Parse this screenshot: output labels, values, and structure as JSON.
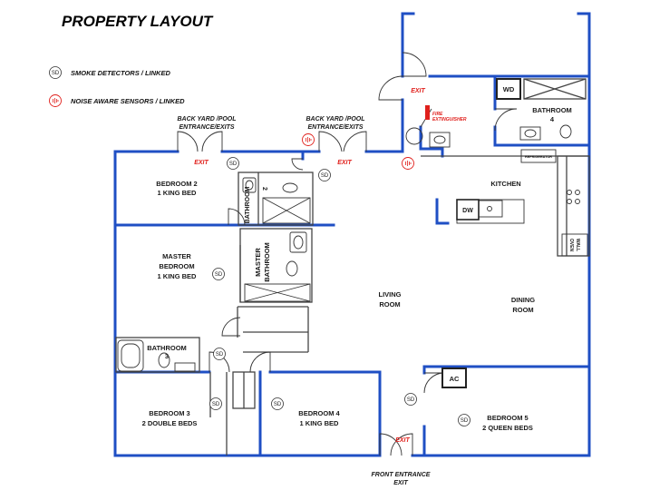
{
  "title": "PROPERTY LAYOUT",
  "legend": {
    "smoke_symbol": "SD",
    "smoke_label": "SMOKE DETECTORS / LINKED",
    "noise_label": "NOISE AWARE SENSORS / LINKED"
  },
  "colors": {
    "wall": "#1f4fc4",
    "exit": "#e0201c",
    "fixture": "#3a3a3a"
  },
  "exits": {
    "backyard_left_1": "BACK YARD /POOL",
    "backyard_left_2": "ENTRANCE/EXITS",
    "backyard_right_1": "BACK YARD /POOL",
    "backyard_right_2": "ENTRANCE/EXITS",
    "exit_left": "EXIT",
    "exit_mid": "EXIT",
    "exit_top": "EXIT",
    "exit_front": "EXIT",
    "front_1": "FRONT ENTRANCE",
    "front_2": "EXIT"
  },
  "fire": {
    "line1": "FIRE",
    "line2": "EXTINGUISHER"
  },
  "rooms": {
    "bedroom2_name": "BEDROOM 2",
    "bedroom2_beds": "1 KING BED",
    "bathroom2": "BATHROOM",
    "bathroom2_num": "2",
    "master_1": "MASTER",
    "master_2": "BEDROOM",
    "master_beds": "1 KING BED",
    "master_bath_1": "MASTER",
    "master_bath_2": "BATHROOM",
    "bathroom3": "BATHROOM",
    "bathroom3_num": "3",
    "bedroom3_name": "BEDROOM 3",
    "bedroom3_beds": "2 DOUBLE BEDS",
    "bedroom4_name": "BEDROOM 4",
    "bedroom4_beds": "1 KING BED",
    "bedroom5_name": "BEDROOM 5",
    "bedroom5_beds": "2 QUEEN BEDS",
    "living_1": "LIVING",
    "living_2": "ROOM",
    "dining_1": "DINING",
    "dining_2": "ROOM",
    "kitchen": "KITCHEN",
    "bathroom4": "BATHROOM",
    "bathroom4_num": "4"
  },
  "appliances": {
    "wd": "WD",
    "dw": "DW",
    "ac": "AC",
    "refrigerator": "REFRIGERATOR",
    "wall_oven_1": "WALL",
    "wall_oven_2": "OVEN"
  },
  "sd_label": "SD"
}
